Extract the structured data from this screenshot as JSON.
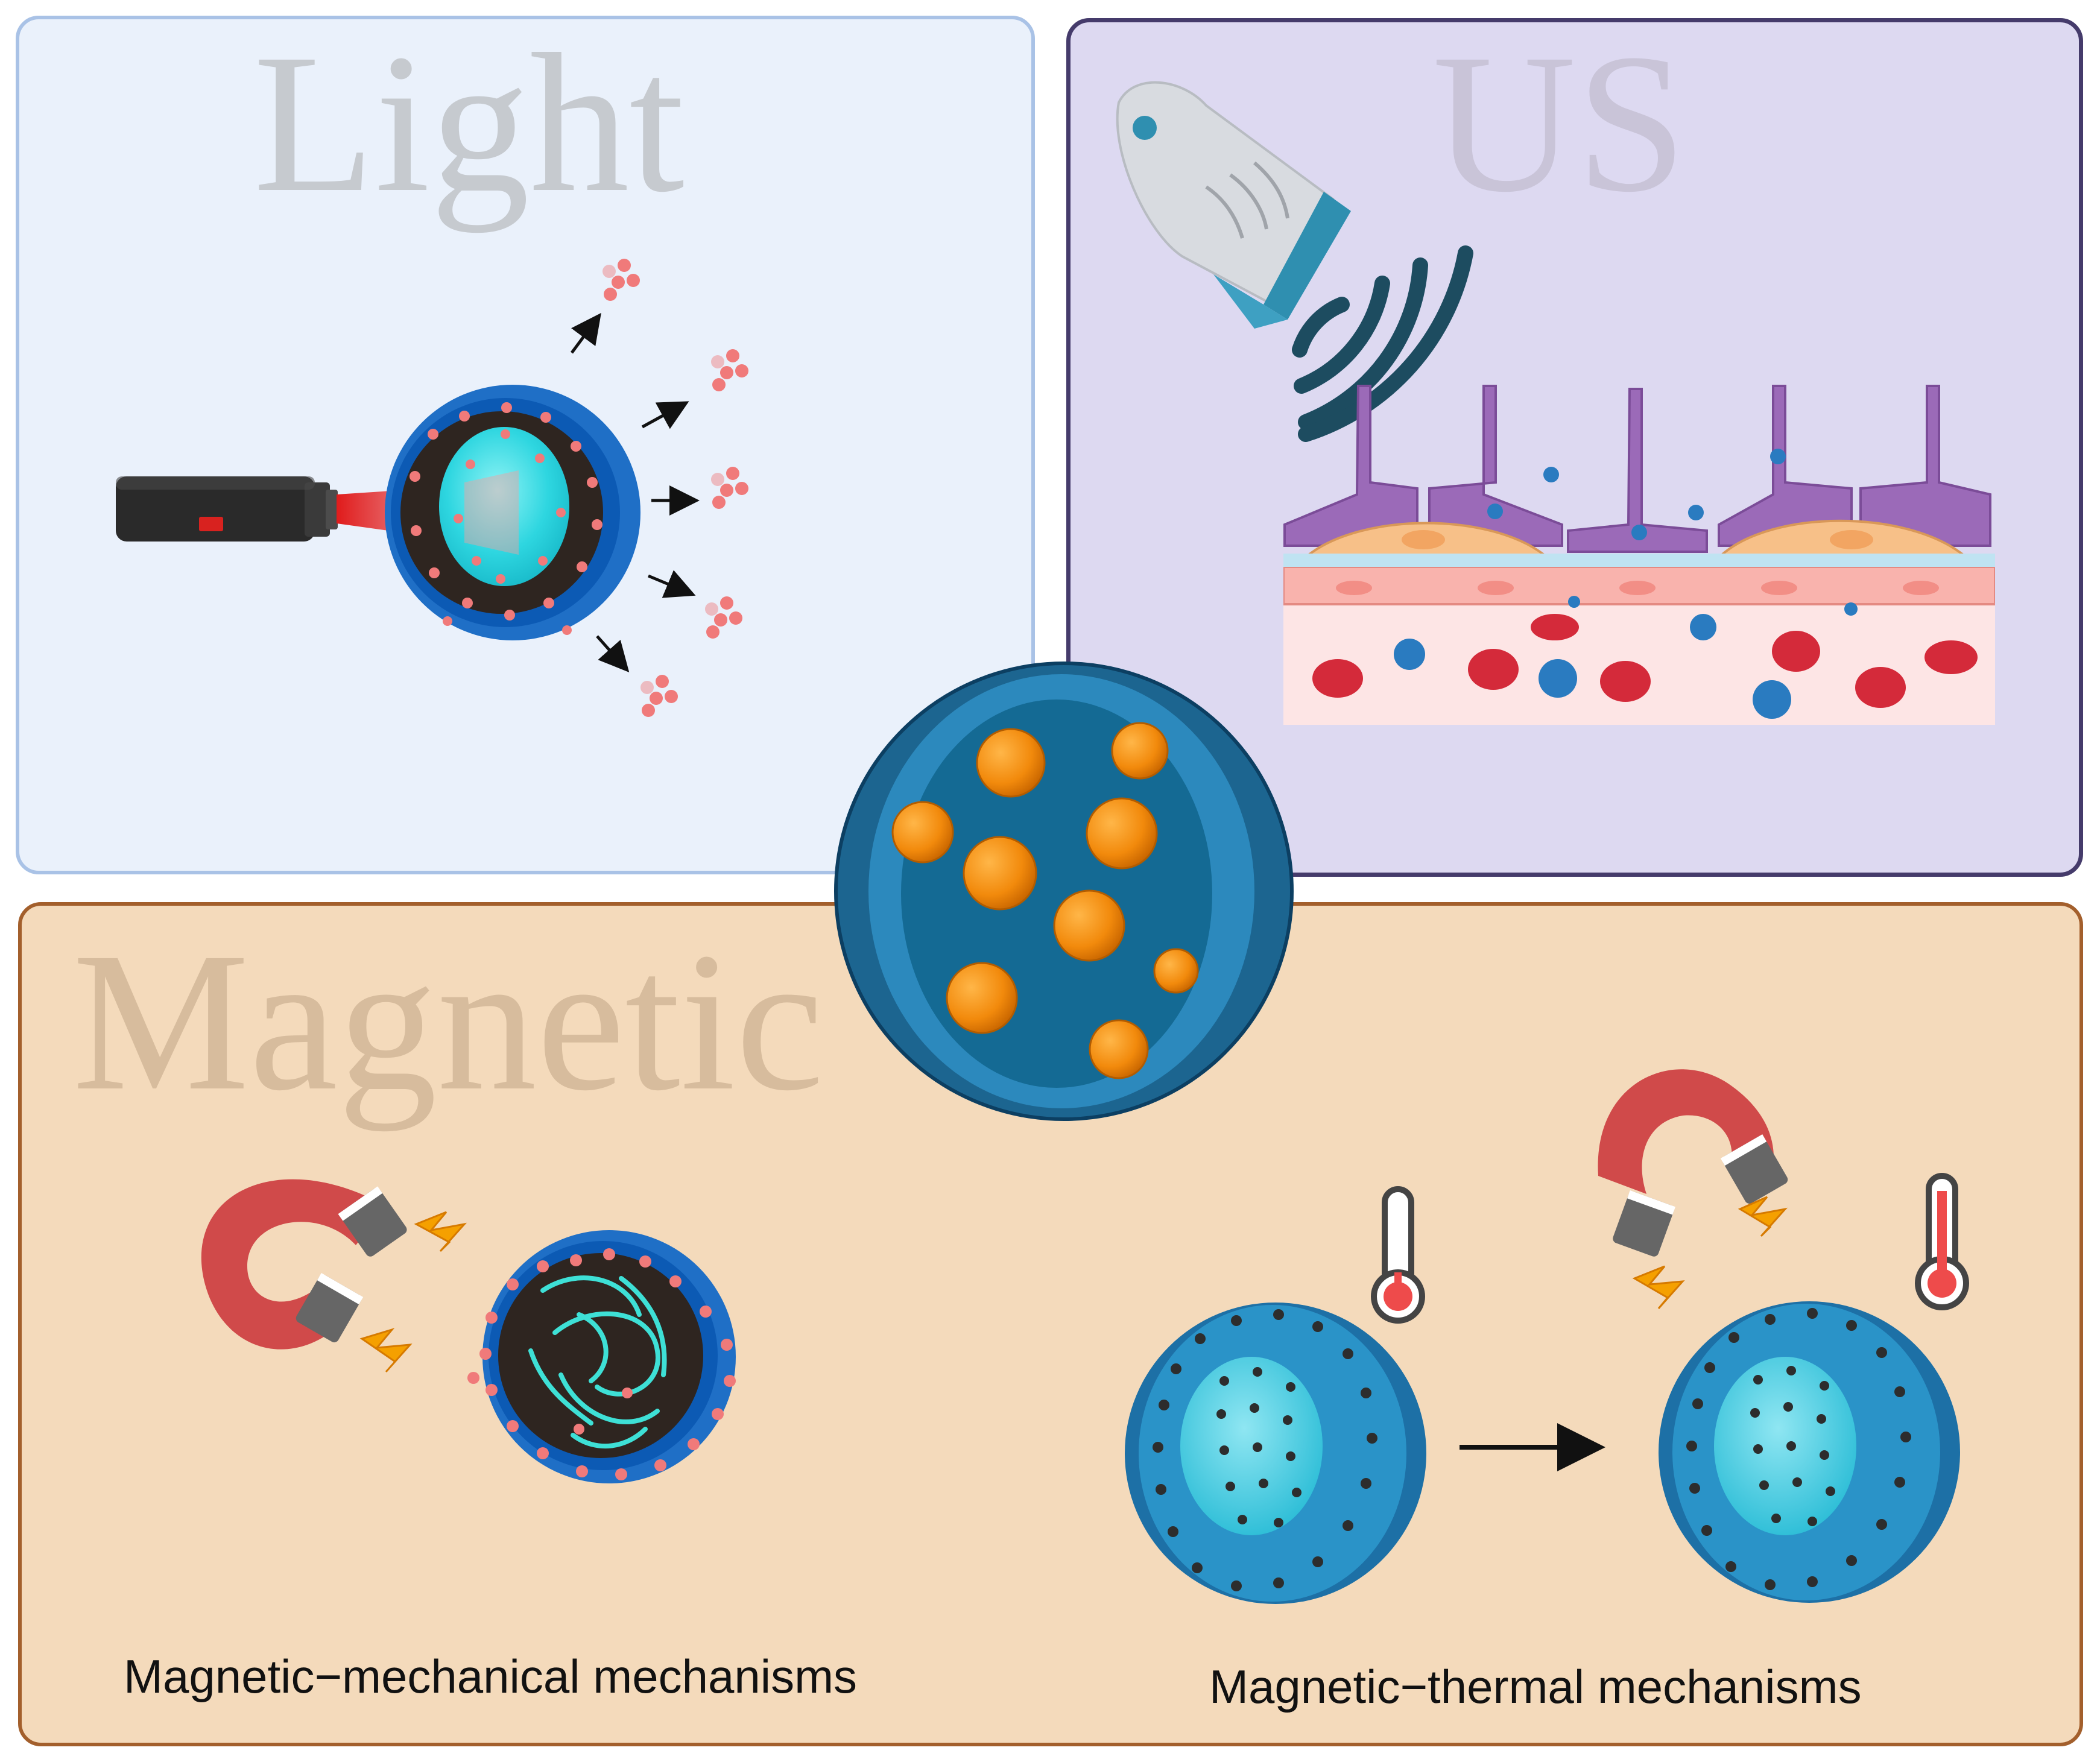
{
  "panels": {
    "light": {
      "title": "Light"
    },
    "ultrasound": {
      "title": "US"
    },
    "magnetic": {
      "title": "Magnetic",
      "captions": {
        "mechanical": "Magnetic−mechanical mechanisms",
        "thermal": "Magnetic−thermal mechanisms"
      }
    }
  },
  "icons": {
    "light_source": "flashlight-icon",
    "us_probe": "ultrasound-probe-icon",
    "magnet": "horseshoe-magnet-icon",
    "temperature": "thermometer-icon"
  },
  "colors": {
    "light_panel_bg": "#eaf1fb",
    "us_panel_bg": "#ddd9f1",
    "magnetic_panel_bg": "#f4dabb",
    "nanoparticle_shell": "#1f6fa8",
    "drug_particles": "#f07a7a",
    "core_particles": "#f08a0a",
    "laser_beam": "#e01b1b",
    "magnet_body": "#d04a4a"
  }
}
